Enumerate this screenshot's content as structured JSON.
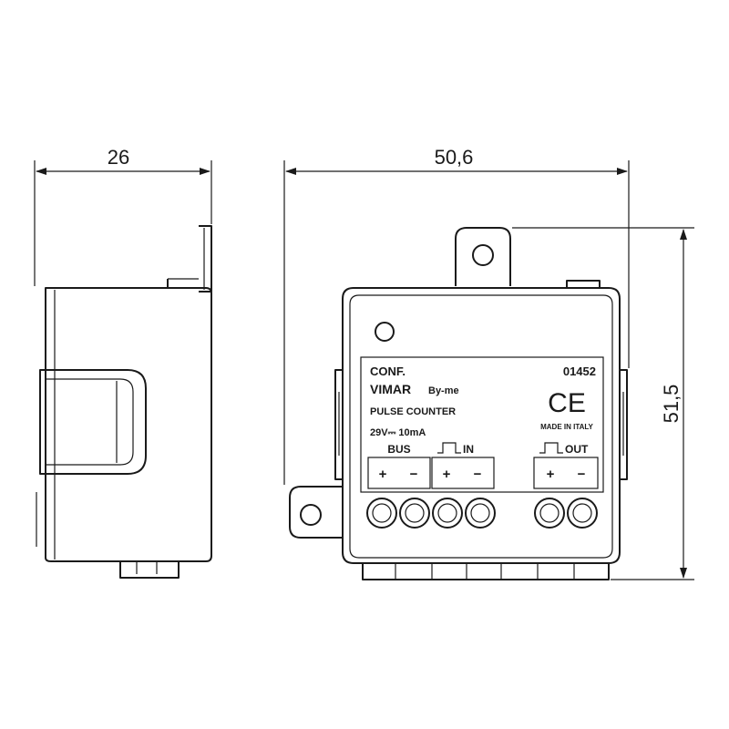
{
  "dimensions": {
    "depth": "26",
    "width": "50,6",
    "height": "51,5"
  },
  "label": {
    "conf": "CONF.",
    "code": "01452",
    "brand": "VIMAR",
    "line": "By-me",
    "product": "PULSE COUNTER",
    "rating": "29V⎓ 10mA",
    "ce_mark": "CE",
    "origin": "MADE IN ITALY",
    "bus": "BUS",
    "in": "IN",
    "out": "OUT",
    "plus": "+",
    "minus": "−"
  }
}
